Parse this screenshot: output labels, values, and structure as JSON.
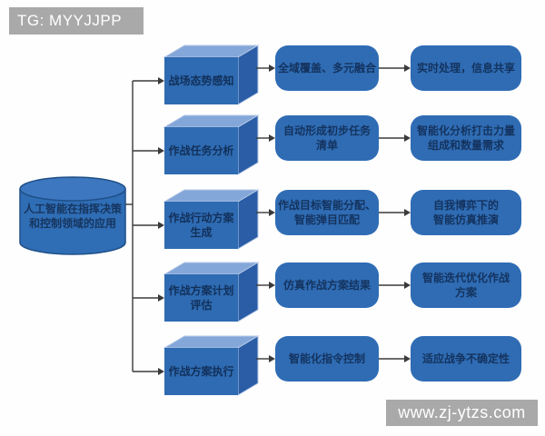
{
  "watermarks": {
    "top_left": "TG: MYYJJPP",
    "bottom_right": "www.zj-ytzs.com"
  },
  "source_cylinder": {
    "label": "人工智能在指挥决策\n和控制领域的应用"
  },
  "rows": [
    {
      "stage": "战场态势感知",
      "method": "全域覆盖、多元融合",
      "outcome": "实时处理，信息共享"
    },
    {
      "stage": "作战任务分析",
      "method": "自动形成初步任务\n清单",
      "outcome": "智能化分析打击力量\n组成和数量需求"
    },
    {
      "stage": "作战行动方案\n生成",
      "method": "作战目标智能分配、\n智能弹目匹配",
      "outcome": "自我博弈下的\n智能仿真推演"
    },
    {
      "stage": "作战方案计划\n评估",
      "method": "仿真作战方案结果",
      "outcome": "智能迭代优化作战\n方案"
    },
    {
      "stage": "作战方案执行",
      "method": "智能化指令控制",
      "outcome": "适应战争不确定性"
    }
  ],
  "colors": {
    "node_blue": "#2f6cb4",
    "cube_front_blue": "#2e6bb2",
    "cube_top_blue": "#84a7d9",
    "cube_side_blue": "#2a5da6",
    "cylinder_blue": "#2f6db5",
    "cylinder_stroke": "#1e4f86",
    "text_navy": "#173863",
    "arrow_gray": "#3a3a3a",
    "watermark_gray": "#a9a9a9"
  }
}
